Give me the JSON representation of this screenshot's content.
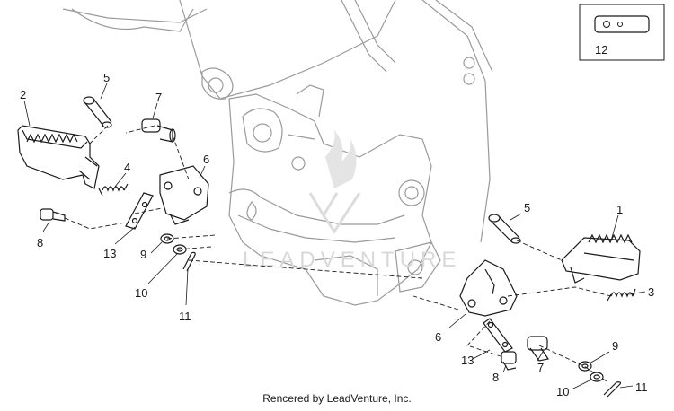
{
  "diagram": {
    "callouts": [
      "1",
      "2",
      "3",
      "4",
      "5",
      "5",
      "6",
      "6",
      "7",
      "7",
      "8",
      "8",
      "9",
      "9",
      "10",
      "10",
      "11",
      "11",
      "12",
      "13",
      "13"
    ],
    "inset_label": "12",
    "watermark": "LEADVENTURE",
    "footer": "Rencered by LeadVenture, Inc."
  }
}
